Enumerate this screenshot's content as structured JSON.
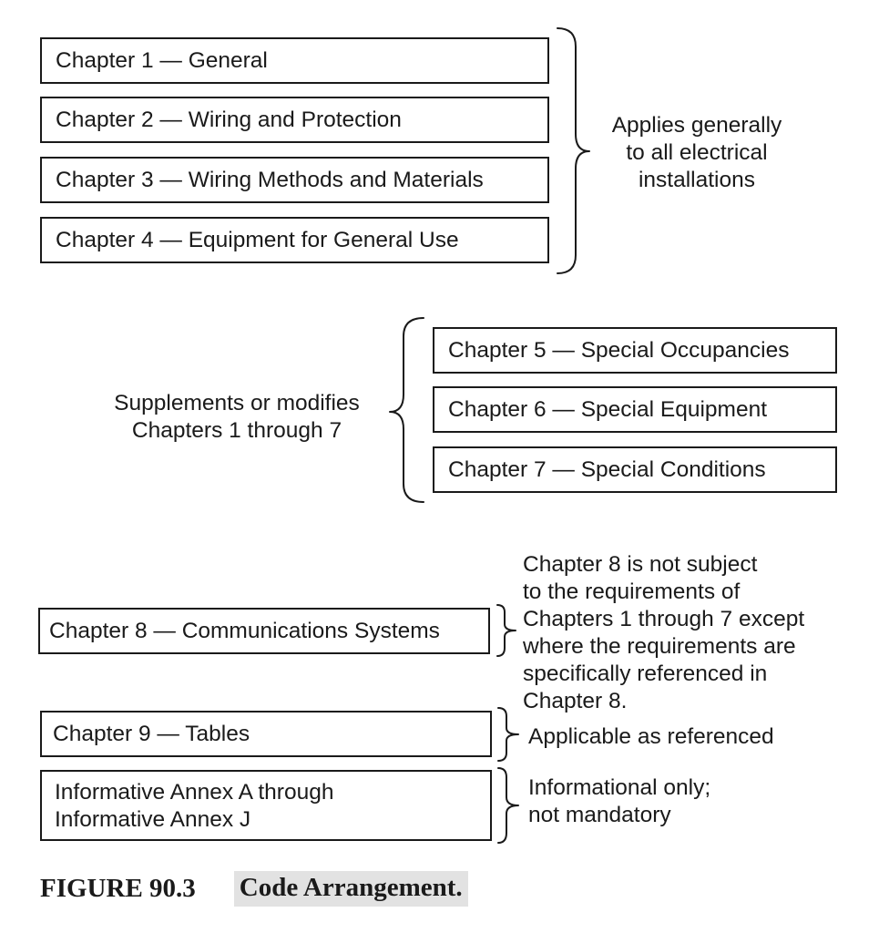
{
  "group1": {
    "chapters": [
      "Chapter 1 — General",
      "Chapter 2 — Wiring and Protection",
      "Chapter 3 — Wiring Methods and Materials",
      "Chapter 4 — Equipment for General Use"
    ],
    "note": [
      "Applies generally",
      "to all electrical",
      "installations"
    ]
  },
  "group2": {
    "chapters": [
      "Chapter 5 — Special Occupancies",
      "Chapter 6 — Special Equipment",
      "Chapter 7 — Special Conditions"
    ],
    "note": [
      "Supplements or modifies",
      "Chapters 1 through 7"
    ]
  },
  "group3": {
    "chapter": "Chapter 8 — Communications Systems",
    "note": [
      "Chapter 8 is not subject",
      "to the requirements of",
      "Chapters 1 through 7 except",
      "where the requirements are",
      "specifically referenced in",
      "Chapter 8."
    ]
  },
  "group4": {
    "chapter": "Chapter 9 — Tables",
    "note": "Applicable as referenced"
  },
  "group5": {
    "annex": [
      "Informative Annex A through",
      "Informative Annex J"
    ],
    "note": [
      "Informational only;",
      "not mandatory"
    ]
  },
  "caption": {
    "label": "FIGURE 90.3",
    "title": "Code Arrangement."
  }
}
